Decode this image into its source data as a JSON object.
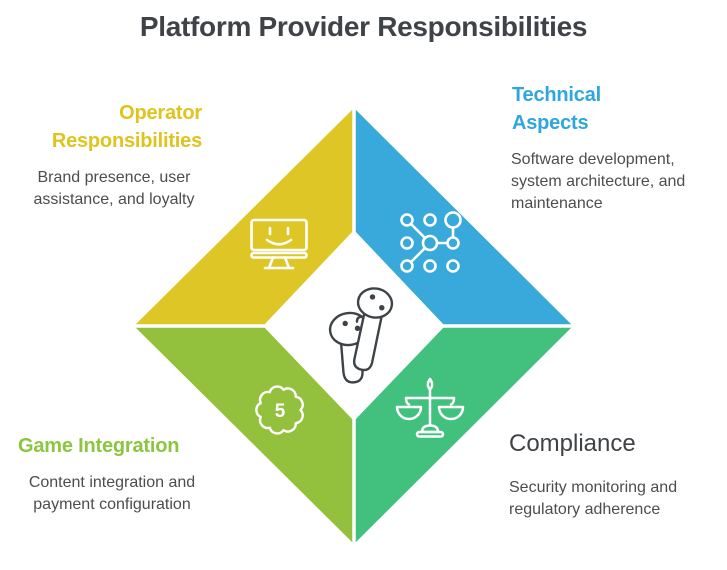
{
  "title": "Platform Provider Responsibilities",
  "colors": {
    "operator": "#dfc627",
    "technical": "#38a9da",
    "game": "#93c13d",
    "compliance": "#41c17d",
    "operator_heading": "#e0c41e",
    "technical_heading": "#2ea7df",
    "game_heading": "#8cc63f",
    "dark_text": "#3f4347",
    "body_text": "#4b4d4f",
    "icon_stroke": "#ffffff",
    "illustration_stroke": "#3e4347"
  },
  "quadrants": {
    "operator": {
      "heading_line1": "Operator",
      "heading_line2": "Responsibilities",
      "description_lines": [
        "Brand presence, user",
        "assistance, and loyalty"
      ],
      "icon": "monitor-smile-icon"
    },
    "technical": {
      "heading_line1": "Technical",
      "heading_line2": "Aspects",
      "description_lines": [
        "Software development,",
        "system architecture, and",
        "maintenance"
      ],
      "icon": "network-nodes-icon"
    },
    "game": {
      "heading": "Game Integration",
      "description_lines": [
        "Content integration and",
        "payment configuration"
      ],
      "icon": "badge-5-icon",
      "badge_number": "5"
    },
    "compliance": {
      "heading": "Compliance",
      "description_lines": [
        "Security monitoring and",
        "regulatory adherence"
      ],
      "icon": "scales-icon"
    }
  },
  "center": {
    "illustration": "earbuds-illustration"
  }
}
